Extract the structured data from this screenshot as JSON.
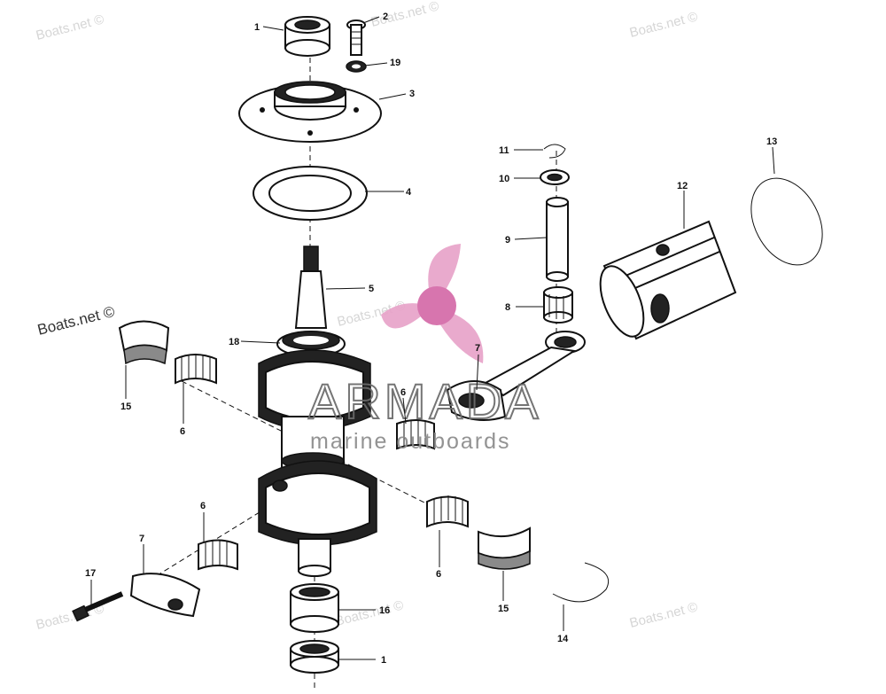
{
  "watermarks": {
    "site": "Boats.net ©",
    "brand_name": "ARMADA",
    "brand_tagline": "marine outboards",
    "logo_color": "#e8a3c9"
  },
  "callouts": {
    "c1a": "1",
    "c2": "2",
    "c19": "19",
    "c3": "3",
    "c4": "4",
    "c5": "5",
    "c18": "18",
    "c15a": "15",
    "c6a": "6",
    "c6b": "6",
    "c6c": "6",
    "c6d": "6",
    "c7a": "7",
    "c7b": "7",
    "c8": "8",
    "c9": "9",
    "c10": "10",
    "c11": "11",
    "c12": "12",
    "c13": "13",
    "c14": "14",
    "c15b": "15",
    "c16": "16",
    "c17": "17",
    "c1b": "1"
  }
}
